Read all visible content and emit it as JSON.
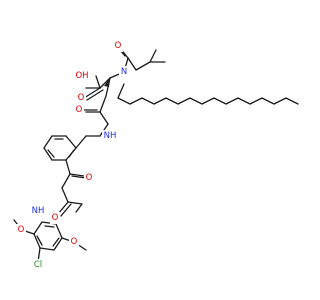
{
  "structure": {
    "colors": {
      "bond": "#1a1a1a",
      "oxygen": "#e00000",
      "nitrogen": "#2030e0",
      "chlorine": "#1a9a1a",
      "carbon": "#1a1a1a"
    },
    "atom_labels": {
      "acid_oh": "OH",
      "acid_o": "O",
      "amide_n": "N",
      "isobutyryl_o": "O",
      "side_chain_o": "O",
      "anilide_nh": "NH",
      "ketone_o": "O",
      "amide_o": "O",
      "lower_nh": "NH",
      "methoxy_o_left": "O",
      "methoxy_o_right": "O",
      "chloro": "Cl"
    }
  }
}
